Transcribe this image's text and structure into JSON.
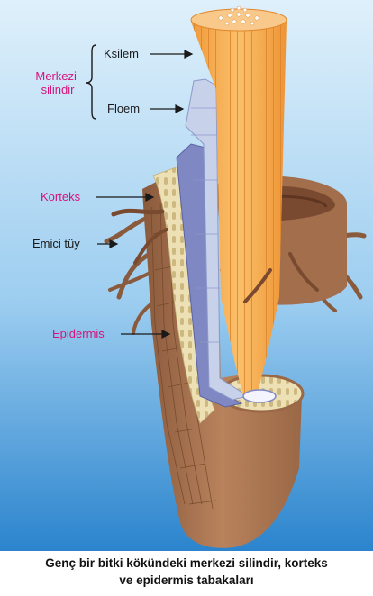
{
  "labels": {
    "group": [
      "Merkezi",
      "silindir"
    ],
    "ksilem": "Ksilem",
    "floem": "Floem",
    "korteks": "Korteks",
    "emici_tuy": "Emici tüy",
    "epidermis": "Epidermis"
  },
  "caption": {
    "line1": "Genç bir bitki kökündeki merkezi silindir, korteks",
    "line2": "ve epidermis tabakaları"
  },
  "colors": {
    "background_top": "#d6ecfa",
    "background_bottom": "#2b84cd",
    "label_accent": "#d4147c",
    "label_dark": "#1a1a1a",
    "xylem": "#f6a84a",
    "phloem": "#c9d4ec",
    "pericycle": "#7f86c0",
    "cortex": "#e9dcae",
    "epidermis": "#b07a55"
  }
}
